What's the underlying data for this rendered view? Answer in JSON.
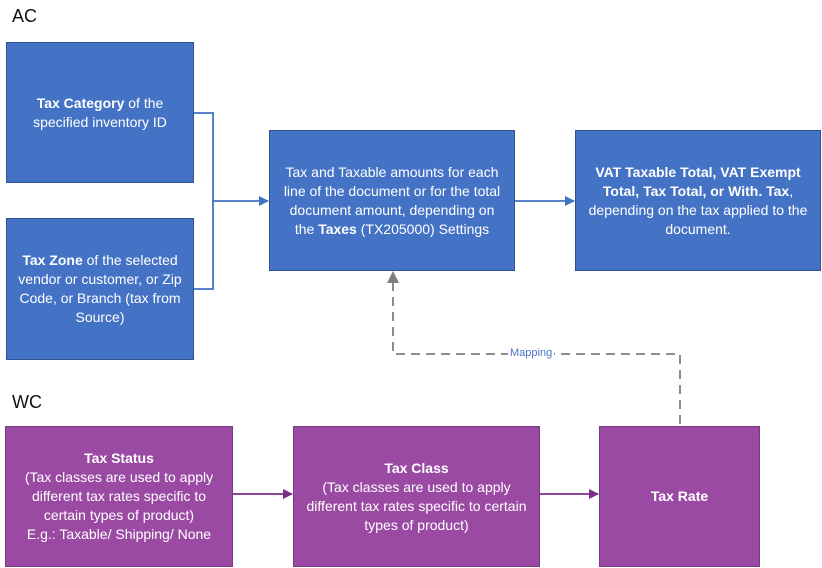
{
  "ac_section": {
    "label": "AC"
  },
  "wc_section": {
    "label": "WC"
  },
  "ac": {
    "tax_category": {
      "bold": "Tax Category",
      "rest": " of the specified inventory ID"
    },
    "tax_zone": {
      "bold": "Tax Zone",
      "rest": " of the selected vendor or customer, or Zip Code, or Branch (tax from Source)"
    },
    "tax_amounts": {
      "pre": "Tax and Taxable amounts for each line of the document or for the total document amount, depending on the ",
      "bold": "Taxes",
      "post": " (TX205000) Settings"
    },
    "vat_totals": {
      "bold": "VAT Taxable Total, VAT Exempt Total, Tax Total, or With. Tax",
      "rest": ", depending on the tax applied to the document."
    }
  },
  "wc": {
    "tax_status": {
      "title": "Tax Status",
      "body": "(Tax classes are used to apply different tax rates specific to certain types of product)",
      "example": "E.g.: Taxable/ Shipping/ None"
    },
    "tax_class": {
      "title": "Tax Class",
      "body": "(Tax classes are used to apply different tax rates specific to certain types of product)"
    },
    "tax_rate": {
      "title": "Tax Rate"
    }
  },
  "mapping": {
    "label": "Mapping"
  },
  "colors": {
    "blue_box": "#4472c4",
    "purple_box": "#9b4aa4",
    "arrow_blue": "#4472c4",
    "arrow_purple": "#7b2f86",
    "dashed": "#7f7f7f"
  }
}
